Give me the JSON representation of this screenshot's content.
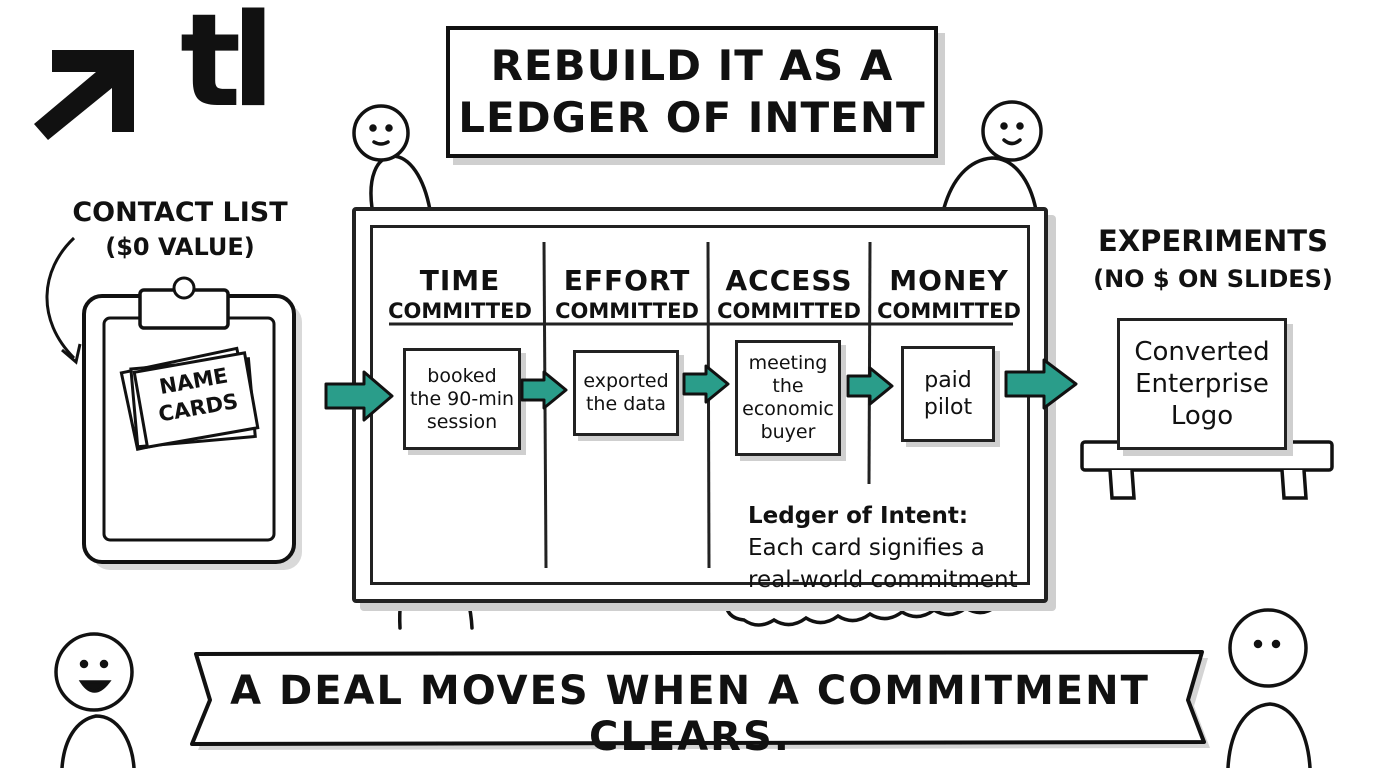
{
  "logo": {
    "text": "tl",
    "icon": "arrow-up-right-icon"
  },
  "title": {
    "line1": "REBUILD IT AS A",
    "line2": "LEDGER OF INTENT"
  },
  "contact_list": {
    "label_line1": "CONTACT LIST",
    "label_line2": "($0 VALUE)",
    "cards_line1": "NAME",
    "cards_line2": "CARDS"
  },
  "ledger": {
    "columns": [
      {
        "title": "TIME",
        "subtitle": "COMMITTED",
        "card": [
          "booked",
          "the 90-min",
          "session"
        ]
      },
      {
        "title": "EFFORT",
        "subtitle": "COMMITTED",
        "card": [
          "exported",
          "the data"
        ]
      },
      {
        "title": "ACCESS",
        "subtitle": "COMMITTED",
        "card": [
          "meeting",
          "the",
          "economic",
          "buyer"
        ]
      },
      {
        "title": "MONEY",
        "subtitle": "COMMITTED",
        "card": [
          "paid",
          "pilot"
        ]
      }
    ]
  },
  "experiments": {
    "label_line1": "EXPERIMENTS",
    "label_line2": "(NO $ ON SLIDES)",
    "card": [
      "Converted",
      "Enterprise",
      "Logo"
    ]
  },
  "callout": {
    "title": "Ledger of Intent:",
    "line1": "Each card signifies a",
    "line2": "real-world commitment"
  },
  "banner": {
    "text": "A DEAL MOVES WHEN A COMMITMENT CLEARS."
  },
  "colors": {
    "arrow": "#2a9d8a",
    "ink": "#111111",
    "shadow": "#cfcfcf"
  }
}
